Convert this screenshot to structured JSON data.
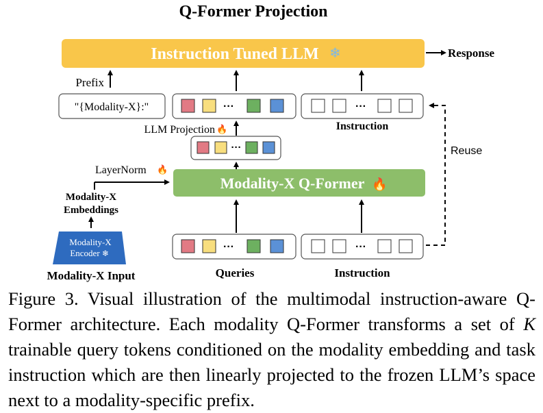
{
  "title": "Q-Former Projection",
  "llm_label": "Instruction Tuned LLM",
  "response_label": "Response",
  "prefix_label": "Prefix",
  "prefix_text": "\"{Modality-X}:\"",
  "instruction_top_label": "Instruction",
  "llm_projection_label": "LLM Projection",
  "layernorm_label": "LayerNorm",
  "qformer_label": "Modality-X Q-Former",
  "reuse_label": "Reuse",
  "embeddings_label_line1": "Modality-X",
  "embeddings_label_line2": "Embeddings",
  "encoder_label_line1": "Modality-X",
  "encoder_label_line2": "Encoder",
  "input_label": "Modality-X Input",
  "queries_label": "Queries",
  "instruction_bottom_label": "Instruction",
  "icons": {
    "frozen": "snowflake-icon",
    "trainable": "fire-icon"
  },
  "colors": {
    "llm": "#F9C64A",
    "qformer": "#8DBE6A",
    "encoder": "#2E6BBF",
    "token_red": "#E27A84",
    "token_yellow": "#F8DE7E",
    "token_green": "#6DB060",
    "token_blue": "#5B91D6"
  },
  "caption": {
    "prefix": "Figure 3.  Visual illustration of the multimodal instruction-aware Q-Former architecture. Each modality Q-Former transforms a set of ",
    "var": "K",
    "suffix": " trainable query tokens conditioned on the modality embedding and task instruction which are then linearly projected to the frozen LLM’s space next to a modality-specific prefix."
  }
}
